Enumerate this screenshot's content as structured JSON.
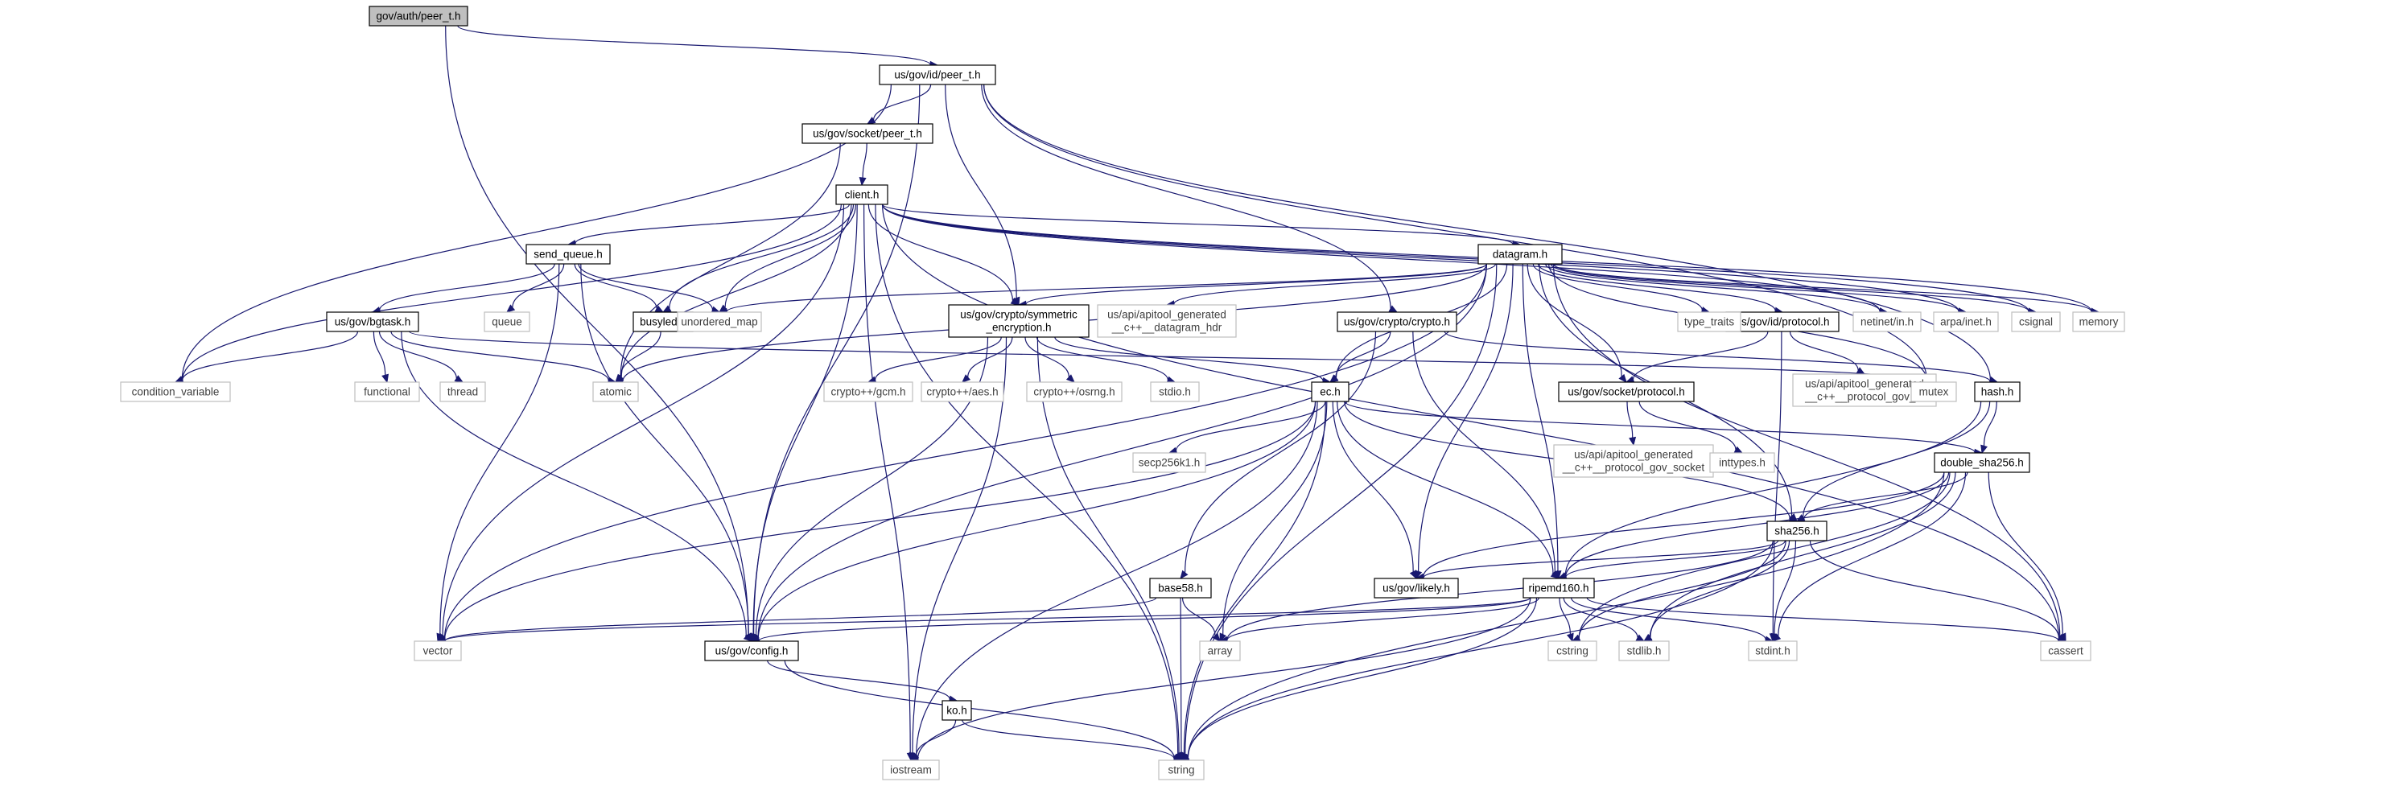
{
  "colors": {
    "edge": "#191970",
    "root_fill": "#bfbfbf",
    "documented_border": "#000000",
    "external_border": "#bfbfbf",
    "external_text": "#404040",
    "text": "#000000"
  },
  "nodes": [
    {
      "id": "gov_auth_peer_t",
      "label": "gov/auth/peer_t.h",
      "kind": "root"
    },
    {
      "id": "us_gov_id_peer_t",
      "label": "us/gov/id/peer_t.h",
      "kind": "documented"
    },
    {
      "id": "us_gov_socket_peer_t",
      "label": "us/gov/socket/peer_t.h",
      "kind": "documented"
    },
    {
      "id": "client",
      "label": "client.h",
      "kind": "documented"
    },
    {
      "id": "send_queue",
      "label": "send_queue.h",
      "kind": "documented"
    },
    {
      "id": "datagram",
      "label": "datagram.h",
      "kind": "documented"
    },
    {
      "id": "us_gov_bgtask",
      "label": "us/gov/bgtask.h",
      "kind": "documented"
    },
    {
      "id": "busyled",
      "label": "busyled.h",
      "kind": "documented"
    },
    {
      "id": "symmetric",
      "label": [
        "us/gov/crypto/symmetric",
        "_encryption.h"
      ],
      "kind": "documented"
    },
    {
      "id": "crypto_h",
      "label": "us/gov/crypto/crypto.h",
      "kind": "documented"
    },
    {
      "id": "protocol_id",
      "label": "us/gov/id/protocol.h",
      "kind": "documented"
    },
    {
      "id": "socket_protocol",
      "label": "us/gov/socket/protocol.h",
      "kind": "documented"
    },
    {
      "id": "ec",
      "label": "ec.h",
      "kind": "documented"
    },
    {
      "id": "hash",
      "label": "hash.h",
      "kind": "documented"
    },
    {
      "id": "double_sha256",
      "label": "double_sha256.h",
      "kind": "documented"
    },
    {
      "id": "sha256",
      "label": "sha256.h",
      "kind": "documented"
    },
    {
      "id": "likely",
      "label": "us/gov/likely.h",
      "kind": "documented"
    },
    {
      "id": "ripemd160",
      "label": "ripemd160.h",
      "kind": "documented"
    },
    {
      "id": "base58",
      "label": "base58.h",
      "kind": "documented"
    },
    {
      "id": "config",
      "label": "us/gov/config.h",
      "kind": "documented"
    },
    {
      "id": "ko",
      "label": "ko.h",
      "kind": "documented"
    },
    {
      "id": "condition_variable",
      "label": "condition_variable",
      "kind": "external"
    },
    {
      "id": "atomic",
      "label": "atomic",
      "kind": "external"
    },
    {
      "id": "queue",
      "label": "queue",
      "kind": "external"
    },
    {
      "id": "unordered_map",
      "label": "unordered_map",
      "kind": "external"
    },
    {
      "id": "datagram_hdr",
      "label": [
        "us/api/apitool_generated",
        "__c++__datagram_hdr"
      ],
      "kind": "external"
    },
    {
      "id": "type_traits",
      "label": "type_traits",
      "kind": "external"
    },
    {
      "id": "netinet",
      "label": "netinet/in.h",
      "kind": "external"
    },
    {
      "id": "arpa",
      "label": "arpa/inet.h",
      "kind": "external"
    },
    {
      "id": "csignal",
      "label": "csignal",
      "kind": "external"
    },
    {
      "id": "memory",
      "label": "memory",
      "kind": "external"
    },
    {
      "id": "functional",
      "label": "functional",
      "kind": "external"
    },
    {
      "id": "thread",
      "label": "thread",
      "kind": "external"
    },
    {
      "id": "gcm",
      "label": "crypto++/gcm.h",
      "kind": "external"
    },
    {
      "id": "aes",
      "label": "crypto++/aes.h",
      "kind": "external"
    },
    {
      "id": "osrng",
      "label": "crypto++/osrng.h",
      "kind": "external"
    },
    {
      "id": "stdio",
      "label": "stdio.h",
      "kind": "external"
    },
    {
      "id": "gov_id",
      "label": [
        "us/api/apitool_generated",
        "__c++__protocol_gov_id"
      ],
      "kind": "external"
    },
    {
      "id": "mutex",
      "label": "mutex",
      "kind": "external"
    },
    {
      "id": "gov_socket",
      "label": [
        "us/api/apitool_generated",
        "__c++__protocol_gov_socket"
      ],
      "kind": "external"
    },
    {
      "id": "inttypes",
      "label": "inttypes.h",
      "kind": "external"
    },
    {
      "id": "secp256k1",
      "label": "secp256k1.h",
      "kind": "external"
    },
    {
      "id": "vector",
      "label": "vector",
      "kind": "external"
    },
    {
      "id": "array",
      "label": "array",
      "kind": "external"
    },
    {
      "id": "cstring",
      "label": "cstring",
      "kind": "external"
    },
    {
      "id": "stdlib",
      "label": "stdlib.h",
      "kind": "external"
    },
    {
      "id": "stdint",
      "label": "stdint.h",
      "kind": "external"
    },
    {
      "id": "cassert",
      "label": "cassert",
      "kind": "external"
    },
    {
      "id": "iostream",
      "label": "iostream",
      "kind": "external"
    },
    {
      "id": "string",
      "label": "string",
      "kind": "external"
    }
  ],
  "edges": [
    [
      "gov_auth_peer_t",
      "us_gov_id_peer_t"
    ],
    [
      "gov_auth_peer_t",
      "config"
    ],
    [
      "us_gov_id_peer_t",
      "us_gov_socket_peer_t"
    ],
    [
      "us_gov_id_peer_t",
      "condition_variable"
    ],
    [
      "us_gov_id_peer_t",
      "config"
    ],
    [
      "us_gov_id_peer_t",
      "symmetric"
    ],
    [
      "us_gov_id_peer_t",
      "crypto_h"
    ],
    [
      "us_gov_id_peer_t",
      "mutex"
    ],
    [
      "us_gov_id_peer_t",
      "hash"
    ],
    [
      "us_gov_socket_peer_t",
      "client"
    ],
    [
      "us_gov_socket_peer_t",
      "atomic"
    ],
    [
      "client",
      "send_queue"
    ],
    [
      "client",
      "busyled"
    ],
    [
      "client",
      "unordered_map"
    ],
    [
      "client",
      "atomic"
    ],
    [
      "client",
      "symmetric"
    ],
    [
      "client",
      "datagram"
    ],
    [
      "client",
      "netinet"
    ],
    [
      "client",
      "arpa"
    ],
    [
      "client",
      "csignal"
    ],
    [
      "client",
      "memory"
    ],
    [
      "client",
      "cassert"
    ],
    [
      "client",
      "string"
    ],
    [
      "client",
      "condition_variable"
    ],
    [
      "client",
      "vector"
    ],
    [
      "client",
      "iostream"
    ],
    [
      "client",
      "config"
    ],
    [
      "send_queue",
      "us_gov_bgtask"
    ],
    [
      "send_queue",
      "busyled"
    ],
    [
      "send_queue",
      "queue"
    ],
    [
      "send_queue",
      "unordered_map"
    ],
    [
      "send_queue",
      "vector"
    ],
    [
      "send_queue",
      "config"
    ],
    [
      "us_gov_bgtask",
      "condition_variable"
    ],
    [
      "us_gov_bgtask",
      "functional"
    ],
    [
      "us_gov_bgtask",
      "thread"
    ],
    [
      "us_gov_bgtask",
      "atomic"
    ],
    [
      "us_gov_bgtask",
      "config"
    ],
    [
      "us_gov_bgtask",
      "mutex"
    ],
    [
      "busyled",
      "atomic"
    ],
    [
      "datagram",
      "symmetric"
    ],
    [
      "datagram",
      "datagram_hdr"
    ],
    [
      "datagram",
      "type_traits"
    ],
    [
      "datagram",
      "protocol_id"
    ],
    [
      "datagram",
      "socket_protocol"
    ],
    [
      "datagram",
      "netinet"
    ],
    [
      "datagram",
      "arpa"
    ],
    [
      "datagram",
      "csignal"
    ],
    [
      "datagram",
      "memory"
    ],
    [
      "datagram",
      "mutex"
    ],
    [
      "datagram",
      "unordered_map"
    ],
    [
      "datagram",
      "atomic"
    ],
    [
      "datagram",
      "ec"
    ],
    [
      "datagram",
      "sha256"
    ],
    [
      "datagram",
      "likely"
    ],
    [
      "datagram",
      "ripemd160"
    ],
    [
      "datagram",
      "cassert"
    ],
    [
      "datagram",
      "string"
    ],
    [
      "datagram",
      "vector"
    ],
    [
      "datagram",
      "config"
    ],
    [
      "symmetric",
      "gcm"
    ],
    [
      "symmetric",
      "aes"
    ],
    [
      "symmetric",
      "osrng"
    ],
    [
      "symmetric",
      "stdio"
    ],
    [
      "symmetric",
      "ec"
    ],
    [
      "symmetric",
      "iostream"
    ],
    [
      "symmetric",
      "string"
    ],
    [
      "symmetric",
      "config"
    ],
    [
      "crypto_h",
      "ec"
    ],
    [
      "crypto_h",
      "base58"
    ],
    [
      "crypto_h",
      "ripemd160"
    ],
    [
      "crypto_h",
      "hash"
    ],
    [
      "protocol_id",
      "gov_id"
    ],
    [
      "protocol_id",
      "socket_protocol"
    ],
    [
      "protocol_id",
      "stdint"
    ],
    [
      "socket_protocol",
      "gov_socket"
    ],
    [
      "socket_protocol",
      "inttypes"
    ],
    [
      "ec",
      "secp256k1"
    ],
    [
      "ec",
      "double_sha256"
    ],
    [
      "ec",
      "sha256"
    ],
    [
      "ec",
      "likely"
    ],
    [
      "ec",
      "ripemd160"
    ],
    [
      "ec",
      "array"
    ],
    [
      "ec",
      "vector"
    ],
    [
      "ec",
      "string"
    ],
    [
      "ec",
      "iostream"
    ],
    [
      "ec",
      "config"
    ],
    [
      "hash",
      "double_sha256"
    ],
    [
      "hash",
      "sha256"
    ],
    [
      "hash",
      "ripemd160"
    ],
    [
      "double_sha256",
      "sha256"
    ],
    [
      "double_sha256",
      "likely"
    ],
    [
      "double_sha256",
      "ripemd160"
    ],
    [
      "double_sha256",
      "cstring"
    ],
    [
      "double_sha256",
      "stdlib"
    ],
    [
      "double_sha256",
      "stdint"
    ],
    [
      "double_sha256",
      "cassert"
    ],
    [
      "double_sha256",
      "string"
    ],
    [
      "sha256",
      "likely"
    ],
    [
      "sha256",
      "ripemd160"
    ],
    [
      "sha256",
      "array"
    ],
    [
      "sha256",
      "cstring"
    ],
    [
      "sha256",
      "stdlib"
    ],
    [
      "sha256",
      "stdint"
    ],
    [
      "sha256",
      "cassert"
    ],
    [
      "sha256",
      "string"
    ],
    [
      "ripemd160",
      "array"
    ],
    [
      "ripemd160",
      "cstring"
    ],
    [
      "ripemd160",
      "stdlib"
    ],
    [
      "ripemd160",
      "stdint"
    ],
    [
      "ripemd160",
      "cassert"
    ],
    [
      "ripemd160",
      "vector"
    ],
    [
      "ripemd160",
      "iostream"
    ],
    [
      "ripemd160",
      "string"
    ],
    [
      "ripemd160",
      "config"
    ],
    [
      "base58",
      "array"
    ],
    [
      "base58",
      "string"
    ],
    [
      "base58",
      "vector"
    ],
    [
      "config",
      "ko"
    ],
    [
      "config",
      "string"
    ],
    [
      "ko",
      "iostream"
    ],
    [
      "ko",
      "string"
    ]
  ]
}
